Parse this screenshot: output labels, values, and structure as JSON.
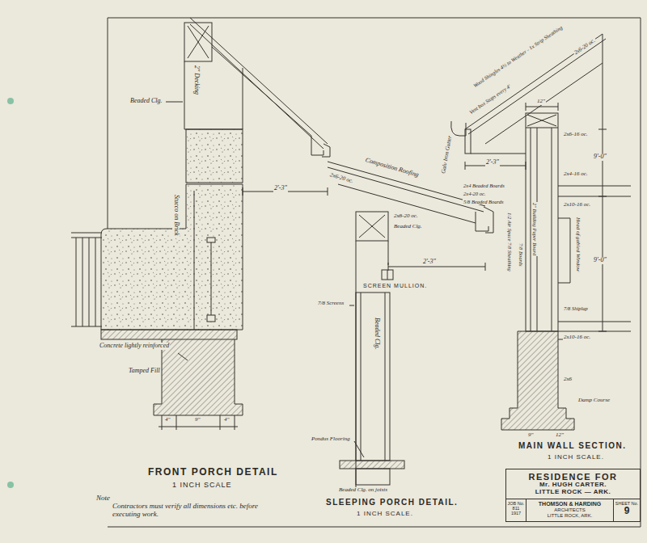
{
  "diagram": {
    "nodes": [
      {
        "text": [
          "RESIDENCE FOR",
          "Mr. HUGH CARTER.",
          "LITTLE ROCK — ARK."
        ]
      },
      {
        "text": [
          "JOB No. 811",
          "1917"
        ],
        "in": 0
      },
      {
        "text": [
          "THOMSON & HARDING",
          "ARCHITECTS",
          "LITTLE ROCK, ARK."
        ],
        "in": 0
      },
      {
        "text": [
          "SHEET No.",
          "9"
        ],
        "in": 0
      }
    ],
    "labels": [
      "Beaded Clg.",
      "2\" Decking",
      "2'-3\"",
      "Stucco on Brick",
      "Concrete lightly reinforced",
      "Tamped Fill",
      "4\"",
      "9\"",
      "4\"",
      "FRONT PORCH DETAIL",
      "1 INCH SCALE",
      "Note",
      "Contractors must verify all dimensions etc. before executing work.",
      "Composition Roofing",
      "2x6-20 oc.",
      "2x8-20 oc.",
      "Beaded Clg.",
      "2'-3\"",
      "SCREEN MULLION.",
      "7/8 Screens",
      "Beaded Clg.",
      "Pondus Flooring",
      "Beaded Clg. on joists",
      "SLEEPING PORCH DETAIL.",
      "1 INCH SCALE.",
      "Wood Shingles 4½ to Weather - 1x Strip Sheathing",
      "2x6-20 oc.",
      "Galv Iron Gutter",
      "Vent box Stops every 4'",
      "2x4 Beaded Boards",
      "2x4-20 oc.",
      "5/8 Beaded Boards",
      "2x6-16 oc.",
      "12\"",
      "9'-0\"",
      "2'-3\"",
      "2x4-16 oc.",
      "2x10-16 oc.",
      "9'-0\"",
      "Head of gabled Window",
      "2\" Building Paper Board",
      "7/8 Boards",
      "1/2 Air Space 7/8 Sheathing",
      "7/8 Shiplap",
      "2x10-16 oc.",
      "2x6",
      "Damp Course",
      "9\"",
      "12\"",
      "MAIN WALL SECTION.",
      "1 INCH SCALE."
    ]
  }
}
